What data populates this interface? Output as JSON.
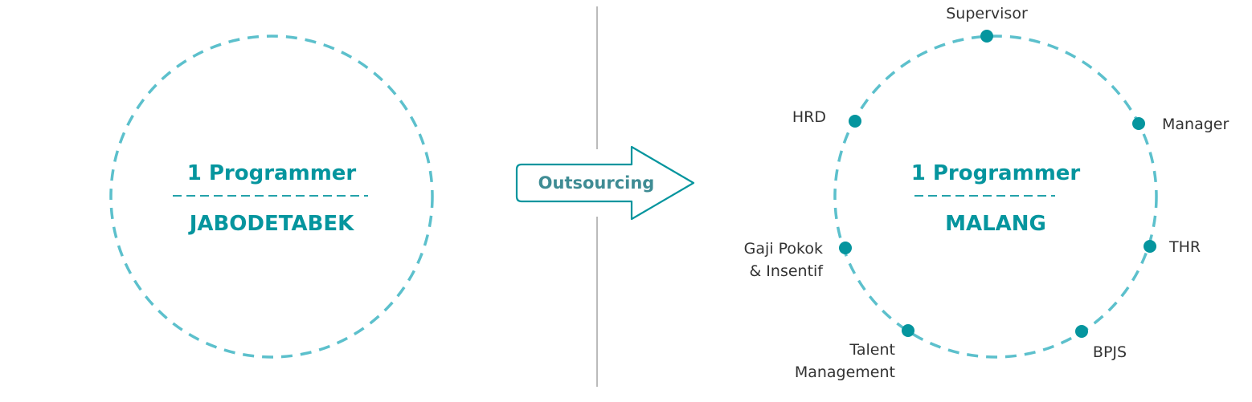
{
  "colors": {
    "accent": "#05959E",
    "dashed_circle": "#5CC0CC",
    "divider": "#BBBBBB",
    "label_text": "#333333",
    "arrow_text": "#3F8C94"
  },
  "left": {
    "title": "1 Programmer",
    "location": "JABODETABEK"
  },
  "arrow": {
    "label": "Outsourcing"
  },
  "right": {
    "title": "1 Programmer",
    "location": "MALANG",
    "nodes": {
      "supervisor": "Supervisor",
      "manager": "Manager",
      "thr": "THR",
      "bpjs": "BPJS",
      "talent_1": "Talent",
      "talent_2": "Management",
      "gaji_1": "Gaji Pokok",
      "gaji_2": "& Insentif",
      "hrd": "HRD"
    }
  }
}
